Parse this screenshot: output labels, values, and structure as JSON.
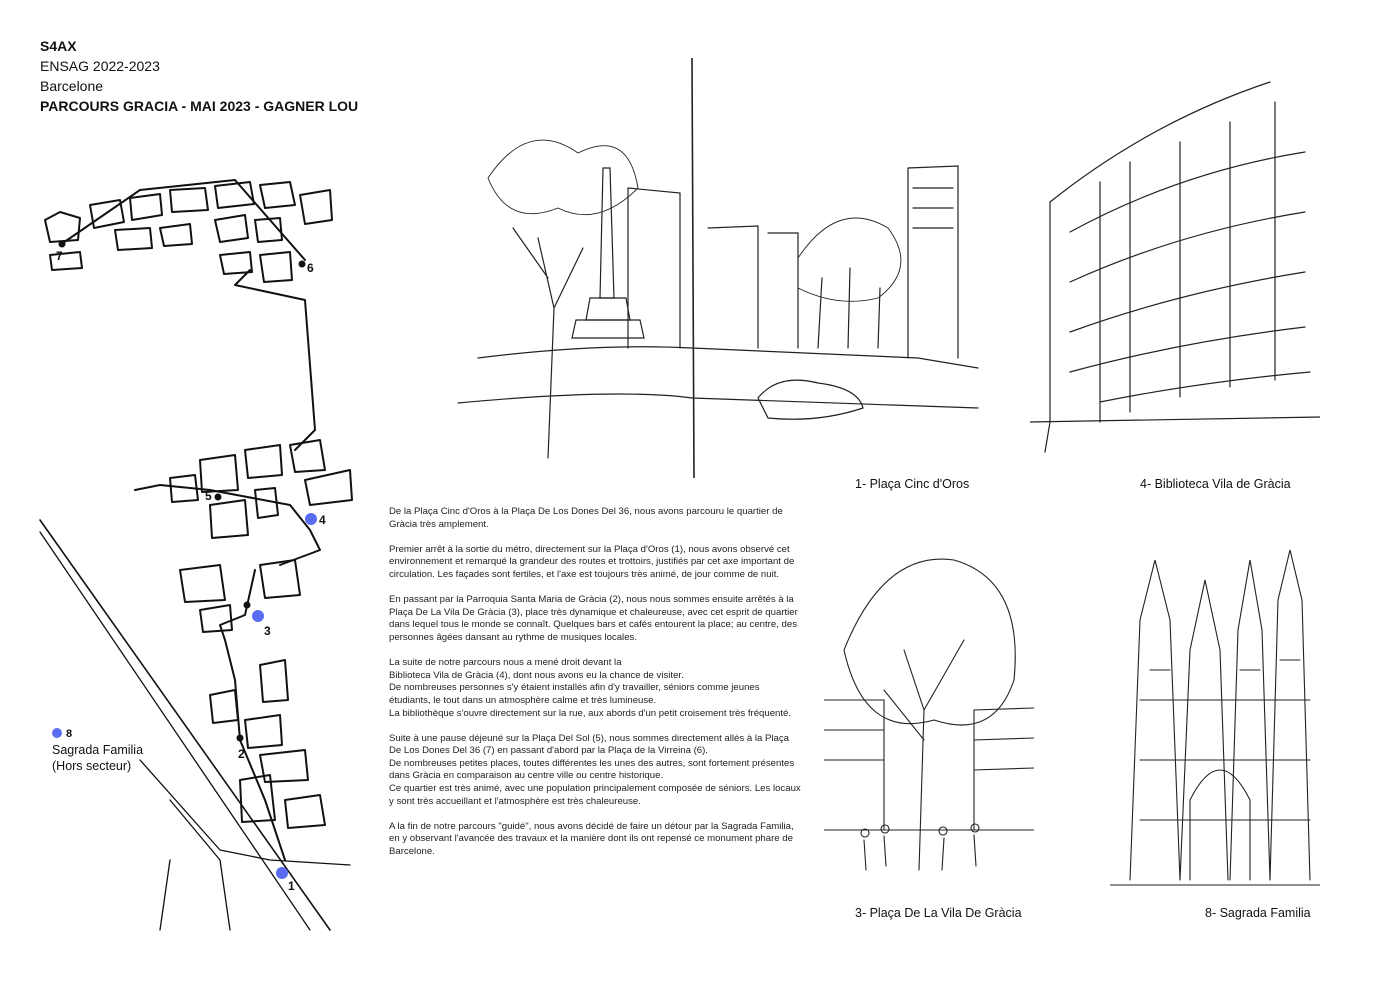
{
  "header": {
    "code": "S4AX",
    "school": "ENSAG 2022-2023",
    "city": "Barcelone",
    "title": "PARCOURS GRACIA - MAI 2023 - GAGNER LOU"
  },
  "colors": {
    "accent": "#5a6cf0",
    "ink": "#111111"
  },
  "map": {
    "stop_labels": [
      "1",
      "2",
      "3",
      "4",
      "5",
      "6",
      "7"
    ],
    "legend": {
      "number": "8",
      "name": "Sagrada Familia",
      "note": "(Hors secteur)"
    }
  },
  "captions": {
    "c1": "1- Plaça Cinc d'Oros",
    "c4": "4- Biblioteca Vila de Gràcia",
    "c3": "3- Plaça De La Vila De Gràcia",
    "c8": "8- Sagrada Familia"
  },
  "text": {
    "p1": "    De la Plaça Cinc d'Oros à la Plaça De Los Dones Del 36, nous avons  parcouru le quartier de Gràcia très amplement.",
    "p2": "    Premier arrêt à la sortie du métro, directement sur la Plaça d'Oros (1), nous avons observé cet environnement et remarqué la grandeur des routes et trottoirs, justifiés par cet axe important de circulation. Les façades sont fertiles, et l'axe est toujours très animé, de jour comme de nuit.",
    "p3": "    En passant par la Parroquia Santa Maria de Gràcia (2), nous nous sommes ensuite arrêtés à la Plaça De La Vila De Gràcia (3), place très dynamique et chaleureuse, avec cet esprit de quartier dans lequel tous le monde se connaît. Quelques bars et cafés entourent la place; au centre, des personnes âgées dansant au rythme de musiques locales.",
    "p4": "    La suite de notre parcours nous a mené droit devant la\nBiblioteca Vila de Gràcia (4), dont nous avons eu la chance de visiter.\nDe nombreuses personnes s'y étaient installés afin d'y travailler, séniors comme jeunes étudiants, le tout dans un atmosphère calme et très lumineuse.\nLa bibliothèque s'ouvre directement sur la rue, aux abords d'un petit croisement très fréquenté.",
    "p5": "    Suite à une pause déjeuné sur la Plaça Del Sol (5), nous sommes directement allés à la Plaça De Los Dones Del 36 (7) en passant d'abord par la Plaça de la Virreina (6).\nDe nombreuses petites places, toutes différentes les unes des autres, sont fortement présentes dans Gràcia en comparaison au centre ville ou centre historique.\nCe quartier est très animé, avec une population principalement composée de séniors. Les locaux y sont très accueillant et l'atmosphère est très chaleureuse.",
    "p6": "    A la fin de notre parcours \"guidé\", nous avons décidé de faire un détour par la Sagrada Familia, en y observant l'avancée des travaux et la manière dont ils ont repensé ce monument phare de Barcelone."
  }
}
